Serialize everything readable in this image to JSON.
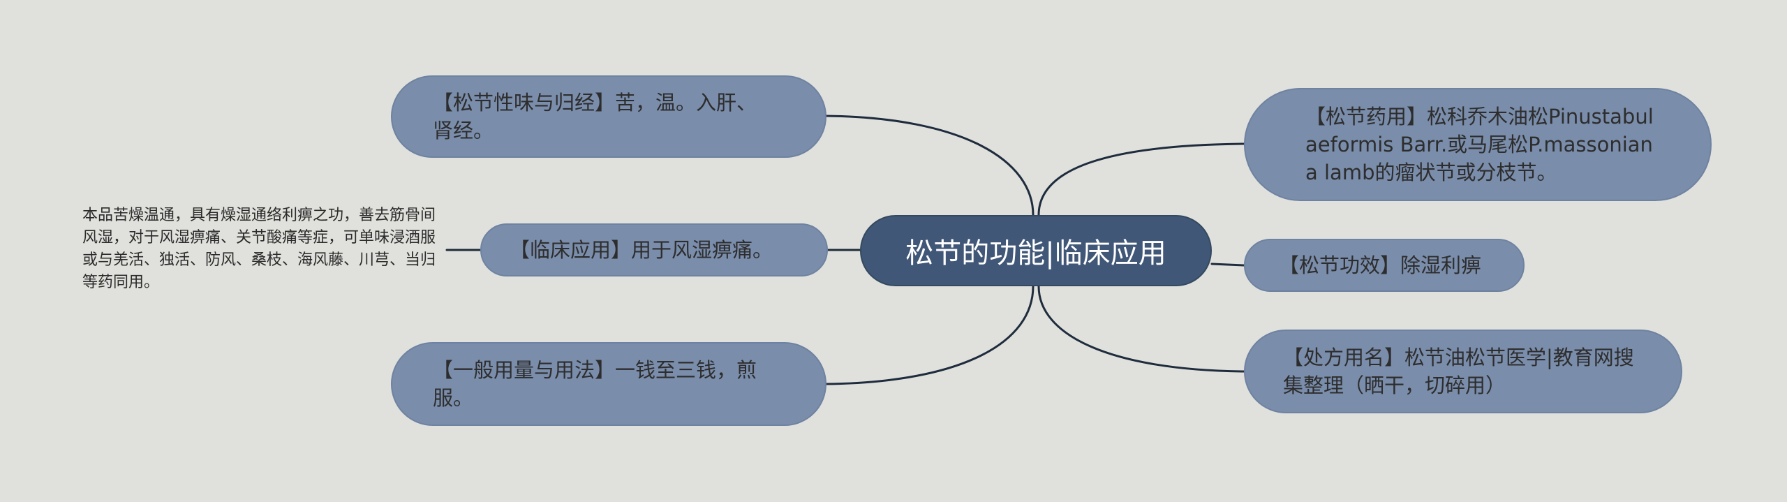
{
  "colors": {
    "background": "#e0e1dc",
    "root_fill": "#405777",
    "topic_fill": "#7a8dab",
    "connector": "#1f2c3d"
  },
  "root": {
    "title": "松节的功能|临床应用"
  },
  "left_topics": {
    "nature_taste": "【松节性味与归经】苦，温。入肝、肾经。",
    "clinical_use": "【临床应用】用于风湿痹痛。",
    "dosage": "【一般用量与用法】一钱至三钱，煎服。"
  },
  "right_topics": {
    "source": "【松节药用】松科乔木油松Pinustabulaeformis Barr.或马尾松P.massoniana lamb的瘤状节或分枝节。",
    "effect": "【松节功效】除湿利痹",
    "prescription_name": "【处方用名】松节油松节医学|教育网搜集整理（晒干，切碎用）"
  },
  "notes": {
    "clinical_detail": "本品苦燥温通，具有燥湿通络利痹之功，善去筋骨间风湿，对于风湿痹痛、关节酸痛等症，可单味浸酒服或与羌活、独活、防风、桑枝、海风藤、川芎、当归等药同用。"
  }
}
